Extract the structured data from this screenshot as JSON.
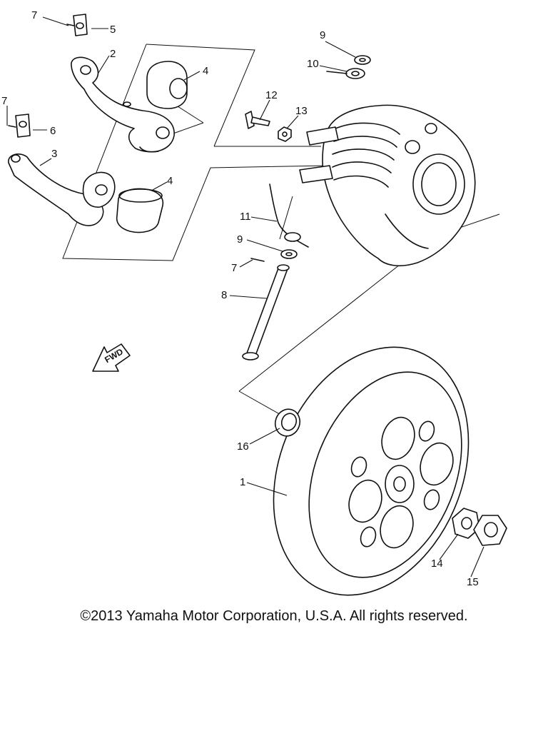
{
  "callouts": {
    "c1": "1",
    "c2": "2",
    "c3": "3",
    "c4a": "4",
    "c4b": "4",
    "c5": "5",
    "c6": "6",
    "c7a": "7",
    "c7b": "7",
    "c7c": "7",
    "c8": "8",
    "c9a": "9",
    "c9b": "9",
    "c10": "10",
    "c11": "11",
    "c12": "12",
    "c13": "13",
    "c14": "14",
    "c15": "15",
    "c16": "16"
  },
  "direction_marker": "FWD",
  "copyright": "©2013 Yamaha Motor Corporation, U.S.A. All rights reserved."
}
